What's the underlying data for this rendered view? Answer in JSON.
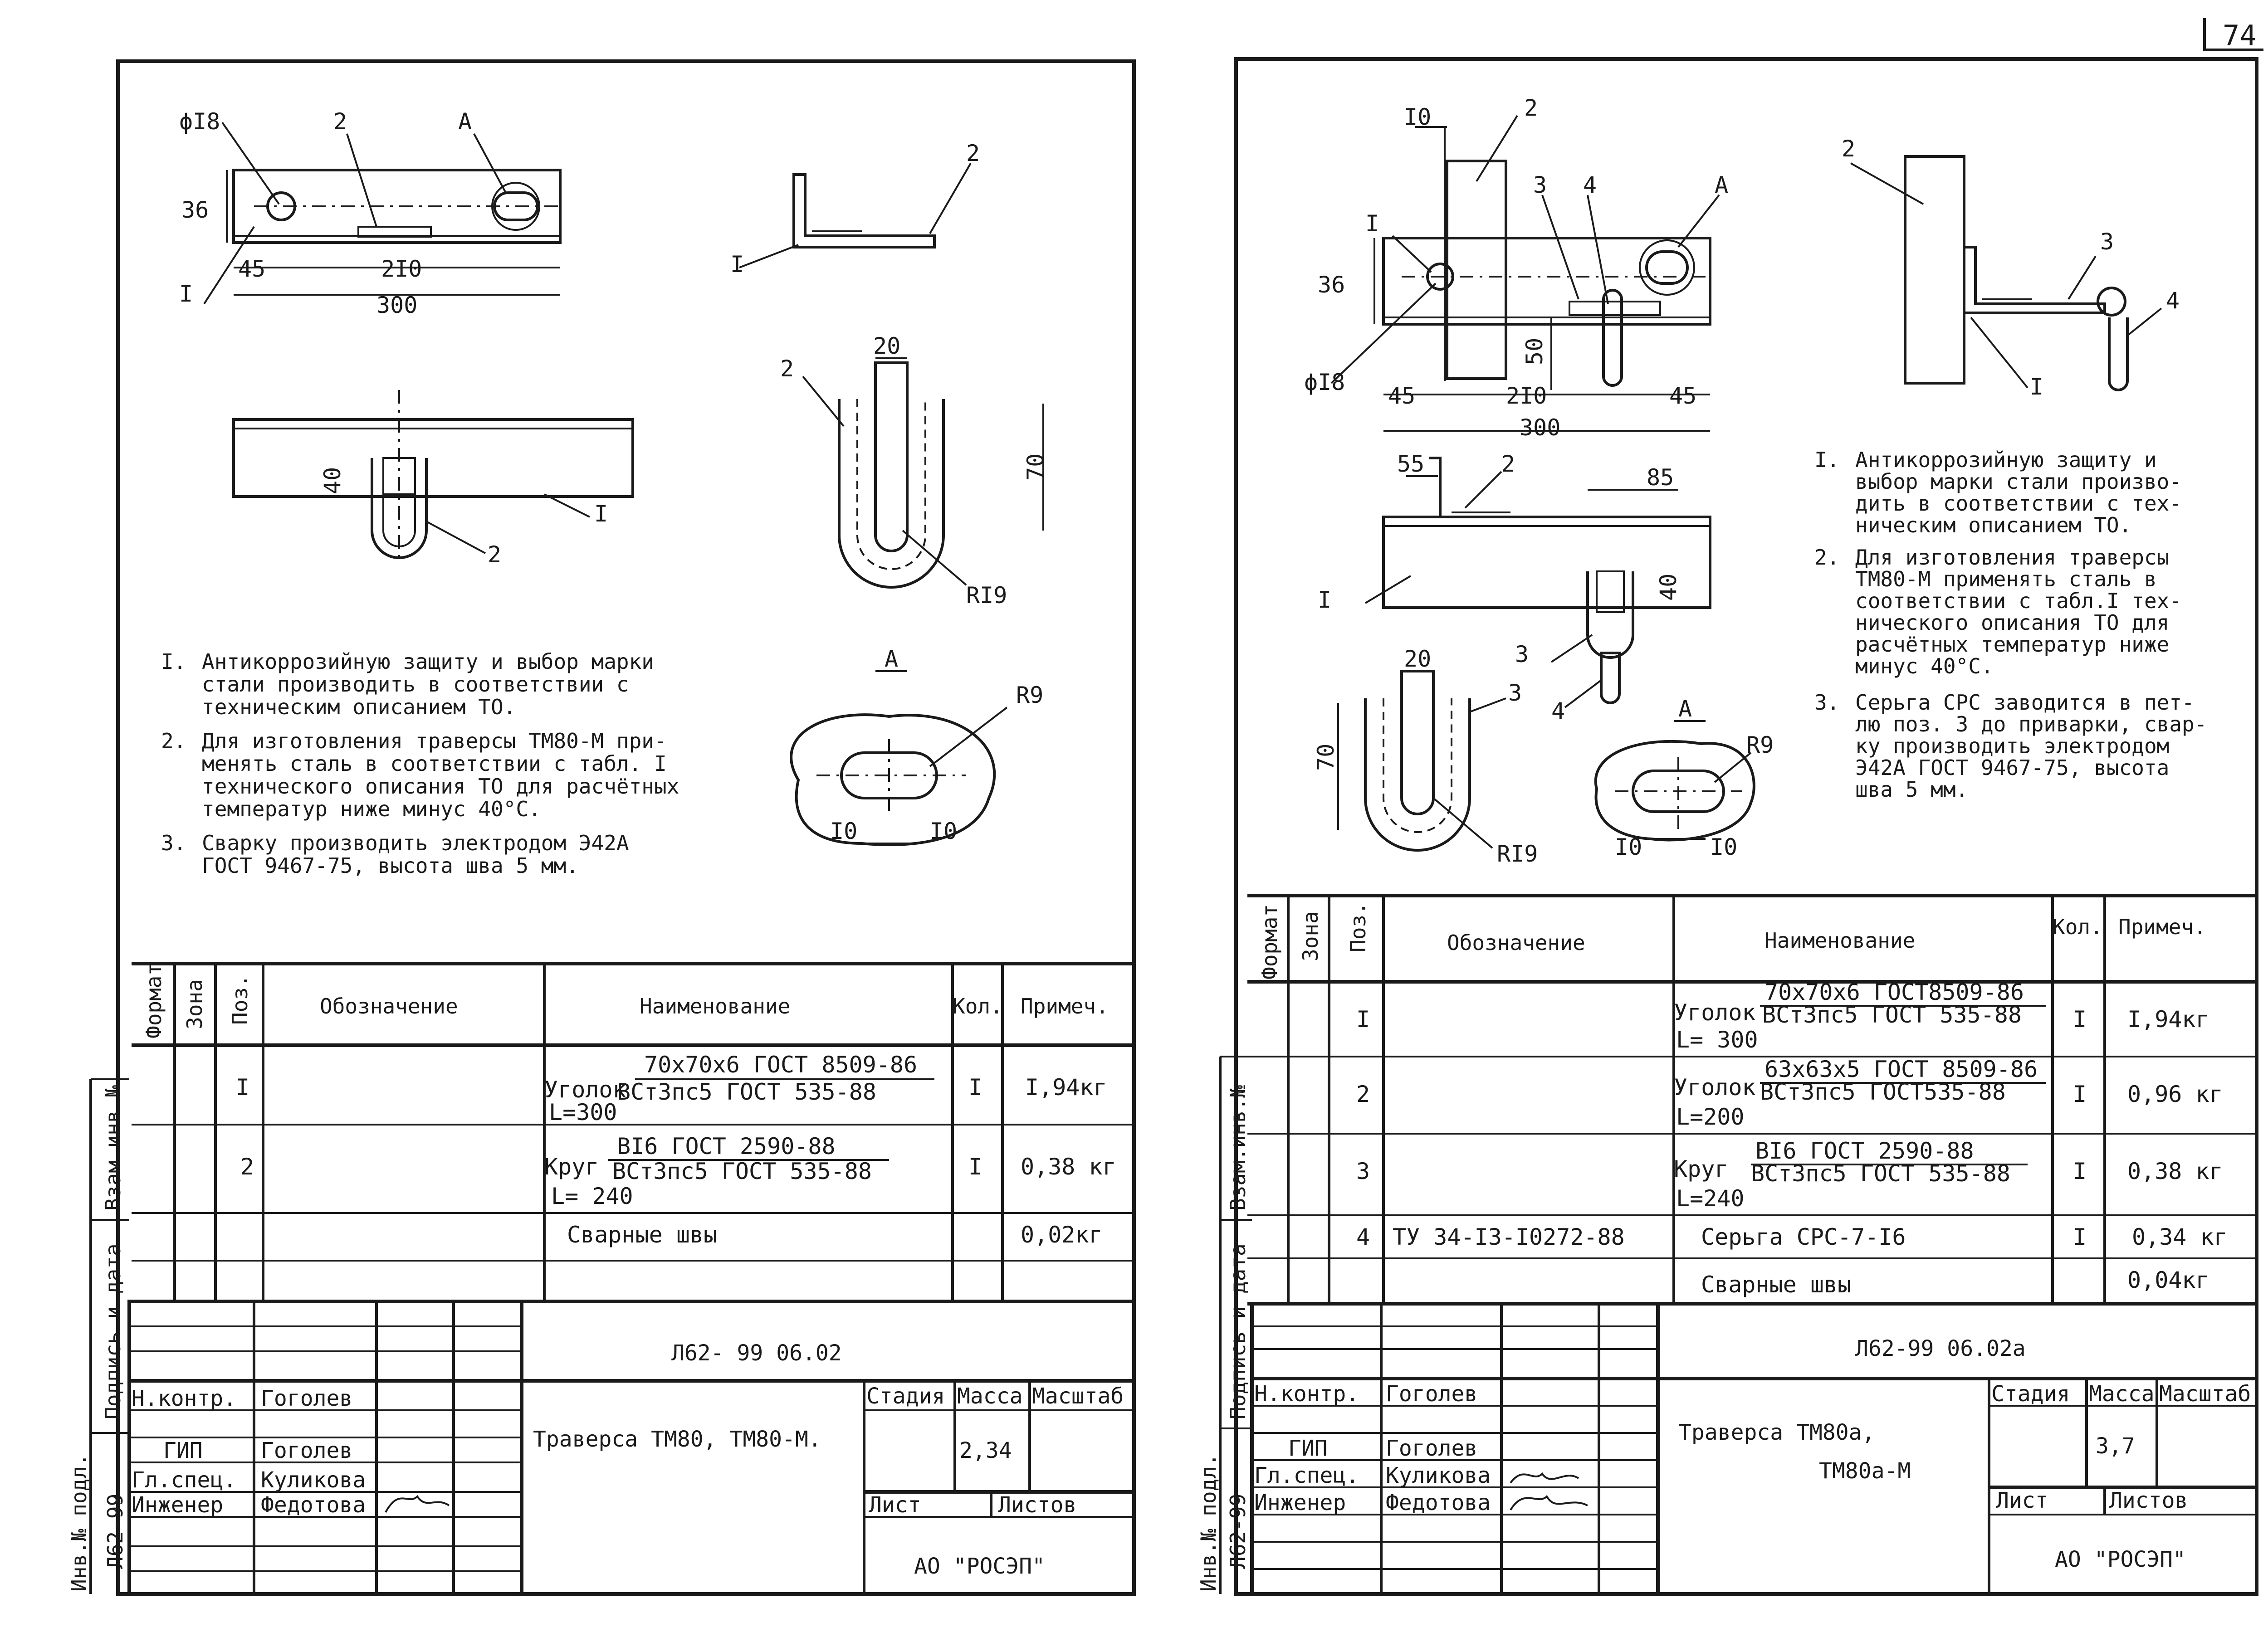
{
  "page_number": "74",
  "sheet1": {
    "labels": {
      "hole": "ϕI8",
      "pos2": "2",
      "viewA": "A",
      "pos1": "I",
      "d36": "36",
      "d45": "45",
      "d210": "2I0",
      "d300": "300"
    },
    "angle_view": {
      "pos2": "2",
      "pos1": "I"
    },
    "bottom_view": {
      "d40": "40",
      "pos1": "I",
      "pos2": "2"
    },
    "ubolt": {
      "d20": "20",
      "pos2": "2",
      "d70": "70",
      "r19": "RI9"
    },
    "sectionA": {
      "title": "A",
      "r9": "R9",
      "d10a": "I0",
      "d10b": "I0"
    },
    "notes": [
      {
        "num": "I.",
        "lines": [
          "Антикоррозийную защиту и выбор марки",
          "стали производить в соответствии с",
          "техническим описанием ТО."
        ]
      },
      {
        "num": "2.",
        "lines": [
          "Для изготовления траверсы ТМ80-М при-",
          "менять сталь в соответствии с табл. I",
          "технического описания ТО для расчётных",
          "температур ниже минус 40°С."
        ]
      },
      {
        "num": "3.",
        "lines": [
          "Сварку производить электродом Э42А",
          "ГОСТ 9467-75, высота шва 5 мм."
        ]
      }
    ],
    "headers": {
      "format": "Формат",
      "zone": "Зона",
      "pos": "Поз.",
      "designation": "Обозначение",
      "name": "Наименование",
      "qty": "Кол.",
      "note": "Примеч."
    },
    "rows": [
      {
        "pos": "I",
        "name_prefix": "Уголок",
        "name_top": "70х70х6  ГОСТ 8509-86",
        "name_bottom": "ВСт3пс5 ГОСТ 535-88",
        "length": "L=300",
        "qty": "I",
        "note": "I,94кг"
      },
      {
        "pos": "2",
        "name_prefix": "Круг",
        "name_top": "ВI6 ГОСТ 2590-88",
        "name_bottom": "ВСт3пс5 ГОСТ 535-88",
        "length": "L= 240",
        "qty": "I",
        "note": "0,38 кг"
      }
    ],
    "welds": {
      "name": "Сварные швы",
      "note": "0,02кг"
    },
    "title_block": {
      "code": "Л62- 99 06.02",
      "title": "Траверса ТМ80, ТМ80-М.",
      "stage": "Стадия",
      "mass": "Масса",
      "scale": "Масштаб",
      "mass_value": "2,34",
      "sheet": "Лист",
      "sheets": "Листов",
      "org": "АО \"РОСЭП\"",
      "staff": [
        {
          "role": "Н.контр.",
          "name": "Гоголев"
        },
        {
          "role": "ГИП",
          "name": "Гоголев"
        },
        {
          "role": "Гл.спец.",
          "name": "Куликова"
        },
        {
          "role": "Инженер",
          "name": "Федотова"
        }
      ]
    },
    "side": {
      "inv_swap": "Взам.инв.№",
      "sign_date": "Подпись и дата",
      "inv_orig": "Инв.№ подл.",
      "album": "Л62-99"
    }
  },
  "sheet2": {
    "labels": {
      "d10": "I0",
      "pos2": "2",
      "pos1": "I",
      "pos3": "3",
      "pos4": "4",
      "viewA": "A",
      "d36": "36",
      "hole": "ϕI8",
      "d50": "50",
      "d45a": "45",
      "d210": "2I0",
      "d45b": "45",
      "d300": "300"
    },
    "side_view": {
      "pos2": "2",
      "pos3": "3",
      "pos4": "4",
      "pos1": "I"
    },
    "lower_view": {
      "d55": "55",
      "pos2": "2",
      "d85": "85",
      "pos1": "I",
      "d40": "40",
      "pos3": "3",
      "pos4": "4"
    },
    "ubolt": {
      "d20": "20",
      "pos3": "3",
      "d70": "70",
      "r19": "RI9"
    },
    "sectionA": {
      "title": "A",
      "r9": "R9",
      "d10a": "I0",
      "d10b": "I0"
    },
    "notes": [
      {
        "num": "I.",
        "lines": [
          "Антикоррозийную защиту и",
          "выбор марки стали произво-",
          "дить в соответствии с тех-",
          "ническим описанием ТО."
        ]
      },
      {
        "num": "2.",
        "lines": [
          "Для изготовления траверсы",
          "ТМ80-М применять сталь в",
          "соответствии с табл.I тех-",
          "нического описания ТО для",
          "расчётных температур ниже",
          "минус 40°С."
        ]
      },
      {
        "num": "3.",
        "lines": [
          "Серьга СРС заводится в пет-",
          "лю поз. 3 до приварки, свар-",
          "ку производить электродом",
          "Э42А ГОСТ 9467-75, высота",
          "шва 5 мм."
        ]
      }
    ],
    "headers": {
      "format": "Формат",
      "zone": "Зона",
      "pos": "Поз.",
      "designation": "Обозначение",
      "name": "Наименование",
      "qty": "Кол.",
      "note": "Примеч."
    },
    "rows": [
      {
        "pos": "I",
        "designation": "",
        "name_prefix": "Уголок",
        "name_top": "70х70х6  ГОСТ8509-86",
        "name_bottom": "ВСт3пс5 ГОСТ 535-88",
        "length": "L= 300",
        "qty": "I",
        "note": "I,94кг"
      },
      {
        "pos": "2",
        "designation": "",
        "name_prefix": "Уголок",
        "name_top": "63х63х5 ГОСТ 8509-86",
        "name_bottom": "ВСт3пс5 ГОСТ535-88",
        "length": "L=200",
        "qty": "I",
        "note": "0,96 кг"
      },
      {
        "pos": "3",
        "designation": "",
        "name_prefix": "Круг",
        "name_top": "ВI6 ГОСТ 2590-88",
        "name_bottom": "ВСт3пс5 ГОСТ 535-88",
        "length": "L=240",
        "qty": "I",
        "note": "0,38 кг"
      },
      {
        "pos": "4",
        "designation": "ТУ 34-I3-I0272-88",
        "name_prefix": "",
        "name_top": "Серьга СРС-7-I6",
        "name_bottom": "",
        "length": "",
        "qty": "I",
        "note": "0,34 кг"
      }
    ],
    "welds": {
      "name": "Сварные  швы",
      "note": "0,04кг"
    },
    "title_block": {
      "code": "Л62-99 06.02а",
      "title1": "Траверса   ТМ80а,",
      "title2": "ТМ80а-М",
      "stage": "Стадия",
      "mass": "Масса",
      "scale": "Масштаб",
      "mass_value": "3,7",
      "sheet": "Лист",
      "sheets": "Листов",
      "org": "АО \"РОСЭП\"",
      "staff": [
        {
          "role": "Н.контр.",
          "name": "Гоголев"
        },
        {
          "role": "ГИП",
          "name": "Гоголев"
        },
        {
          "role": "Гл.спец.",
          "name": "Куликова"
        },
        {
          "role": "Инженер",
          "name": "Федотова"
        }
      ]
    },
    "side": {
      "inv_swap": "Взам.инв.№",
      "sign_date": "Подпись и дата",
      "inv_orig": "Инв.№ подл.",
      "album": "Л62-99"
    }
  }
}
